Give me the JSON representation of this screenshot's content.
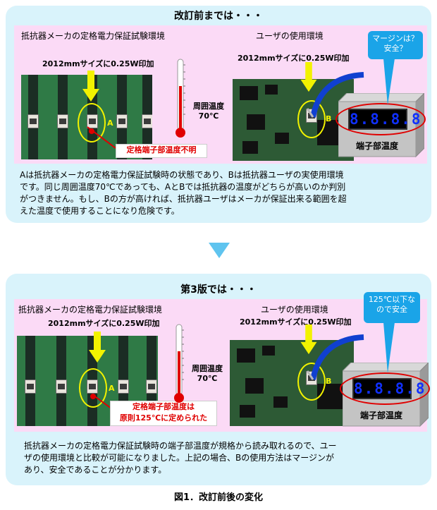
{
  "before": {
    "title": "改訂前までは・・・",
    "left_title": "抵抗器メーカの定格電力保証試験環境",
    "right_title": "ユーザの使用環境",
    "left_sub": "2012mmサイズに0.25W印加",
    "right_sub": "2012mmサイズに0.25W印加",
    "ambient_line1": "周囲温度",
    "ambient_line2": "70℃",
    "marker_a": "A",
    "marker_b": "B",
    "callout": "定格端子部温度不明",
    "terminal_label": "端子部温度",
    "bubble_line1": "マージンは？",
    "bubble_line2": "安全？",
    "display": "8.8.8.8",
    "description_lines": [
      "Aは抵抗器メーカの定格電力保証試験時の状態であり、Bは抵抗器ユーザの実使用環境",
      "です。同じ周囲温度70℃であっても、AとBでは抵抗器の温度がどちらが高いのか判別",
      "がつきません。もし、Bの方が高ければ、抵抗器ユーザはメーカが保証出来る範囲を超",
      "えた温度で使用することになり危険です。"
    ]
  },
  "after": {
    "title": "第3版では・・・",
    "left_title": "抵抗器メーカの定格電力保証試験環境",
    "right_title": "ユーザの使用環境",
    "left_sub": "2012mmサイズに0.25W印加",
    "right_sub": "2012mmサイズに0.25W印加",
    "ambient_line1": "周囲温度",
    "ambient_line2": "70℃",
    "marker_a": "A",
    "marker_b": "B",
    "callout_line1": "定格端子部温度は",
    "callout_line2": "原則125℃に定められた",
    "terminal_label": "端子部温度",
    "bubble_line1": "125℃以下な",
    "bubble_line2": "ので安全",
    "display": "8.8.8.8",
    "description_lines": [
      "抵抗器メーカの定格電力保証試験時の端子部温度が規格から読み取れるので、ユー",
      "ザの使用環境と比較が可能になりました。上記の場合、Bの使用方法はマージンが",
      "あり、安全であることが分かります。"
    ]
  },
  "caption": "図1．改訂前後の変化",
  "colors": {
    "panel_bg": "#d9f3fb",
    "inner_bg": "#fbdaf6",
    "bubble": "#1aa4e8",
    "arrow": "#f2f200",
    "alert": "#e00000",
    "display_digits": "#1030ff"
  }
}
